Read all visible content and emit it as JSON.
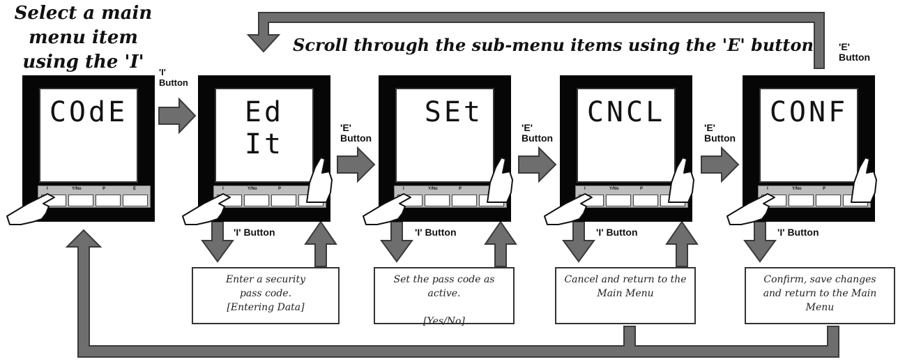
{
  "headings": {
    "select_main": "Select a main menu item using the 'I' button",
    "scroll_sub": "Scroll through the sub-menu items using the 'E' button"
  },
  "button_labels": {
    "i_button_top": [
      "'I'",
      "Button"
    ],
    "e_button": [
      "'E'",
      "Button"
    ],
    "i_button_side": "'I' Button"
  },
  "keypad_labels": [
    "I",
    "Y/No",
    "P",
    "E"
  ],
  "meters": [
    {
      "display": "COdE"
    },
    {
      "display": "Ed It"
    },
    {
      "display": "SEt"
    },
    {
      "display": "CNCL"
    },
    {
      "display": "CONF"
    }
  ],
  "descriptions": [
    {
      "lines": [
        "Enter a  security",
        "pass code.",
        "[Entering Data]"
      ]
    },
    {
      "lines": [
        "Set the pass code as active.",
        "",
        "[Yes/No]"
      ]
    },
    {
      "lines": [
        "Cancel and return to the",
        "Main Menu"
      ]
    },
    {
      "lines": [
        "Confirm, save changes",
        "and return to the Main",
        "Menu"
      ]
    }
  ],
  "colors": {
    "arrow_fill": "#6e6e6e",
    "arrow_stroke": "#3a3a3a",
    "meter_body": "#060606"
  }
}
